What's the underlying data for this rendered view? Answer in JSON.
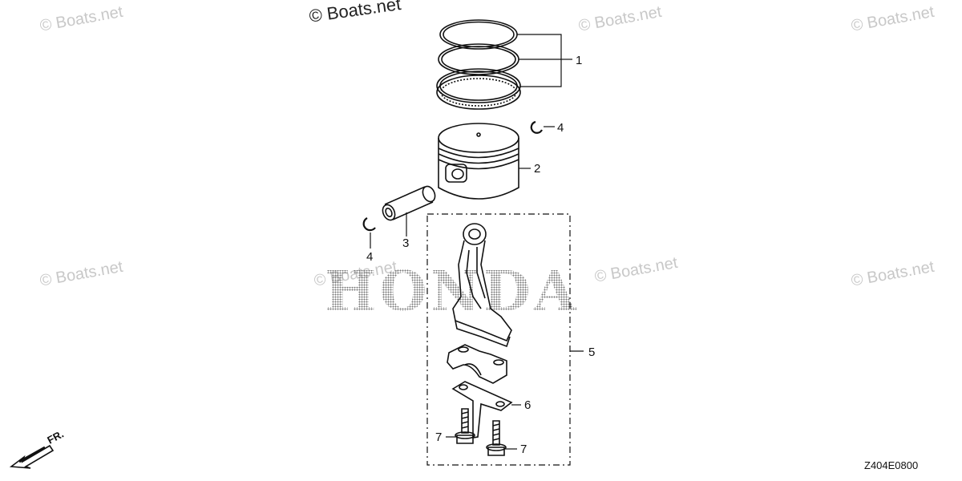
{
  "watermark": {
    "main": "© Boats.net",
    "repeat": "© Boats.net"
  },
  "brand_text": "HONDA",
  "diagram_code": "Z404E0800",
  "front_indicator": "FR.",
  "callouts": {
    "piston_rings": "1",
    "piston": "2",
    "piston_pin": "3",
    "clip_right": "4",
    "clip_left": "4",
    "connecting_rod_assy": "5",
    "oil_dipper": "6",
    "bolt_left": "7",
    "bolt_right": "7"
  }
}
